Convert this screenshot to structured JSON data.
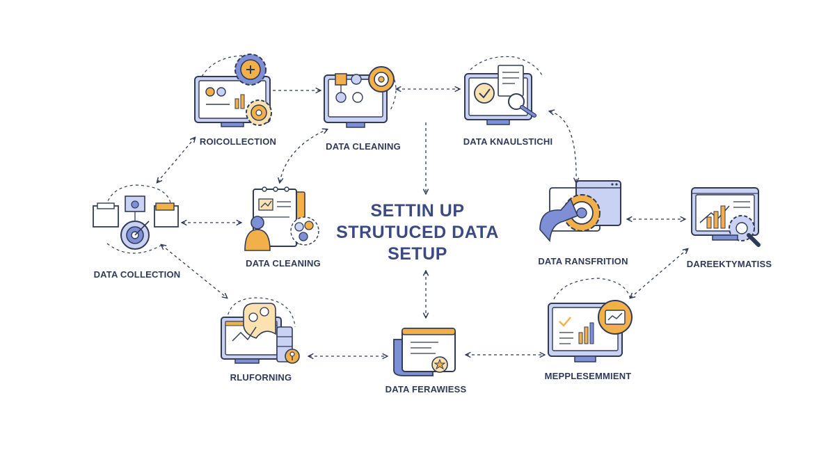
{
  "center": {
    "line1": "SETTIN UP",
    "line2": "STRUTUCED DATA",
    "line3": "SETUP"
  },
  "nodes": {
    "roi_collection": "ROICOLLECTION",
    "data_cleaning_top": "DATA CLEANING",
    "data_knaulstichi": "DATA KNAULSTICHI",
    "data_collection": "DATA COLLECTION",
    "data_cleaning_mid": "DATA CLEANING",
    "data_ransfrition": "DATA RANSFRITION",
    "dareektymatiss": "DAREEKTYMATISS",
    "rluforning": "RLUFORNING",
    "data_ferawiess": "DATA FERAWIESS",
    "mepplesemmient": "MEPPLESEMMIENT"
  },
  "colors": {
    "line": "#2f3a56",
    "primary": "#7f8fd6",
    "primary_light": "#c9d2f3",
    "accent": "#f2b04a",
    "accent_light": "#fbe2b0",
    "text": "#2f3a56",
    "title": "#3c4a84"
  }
}
